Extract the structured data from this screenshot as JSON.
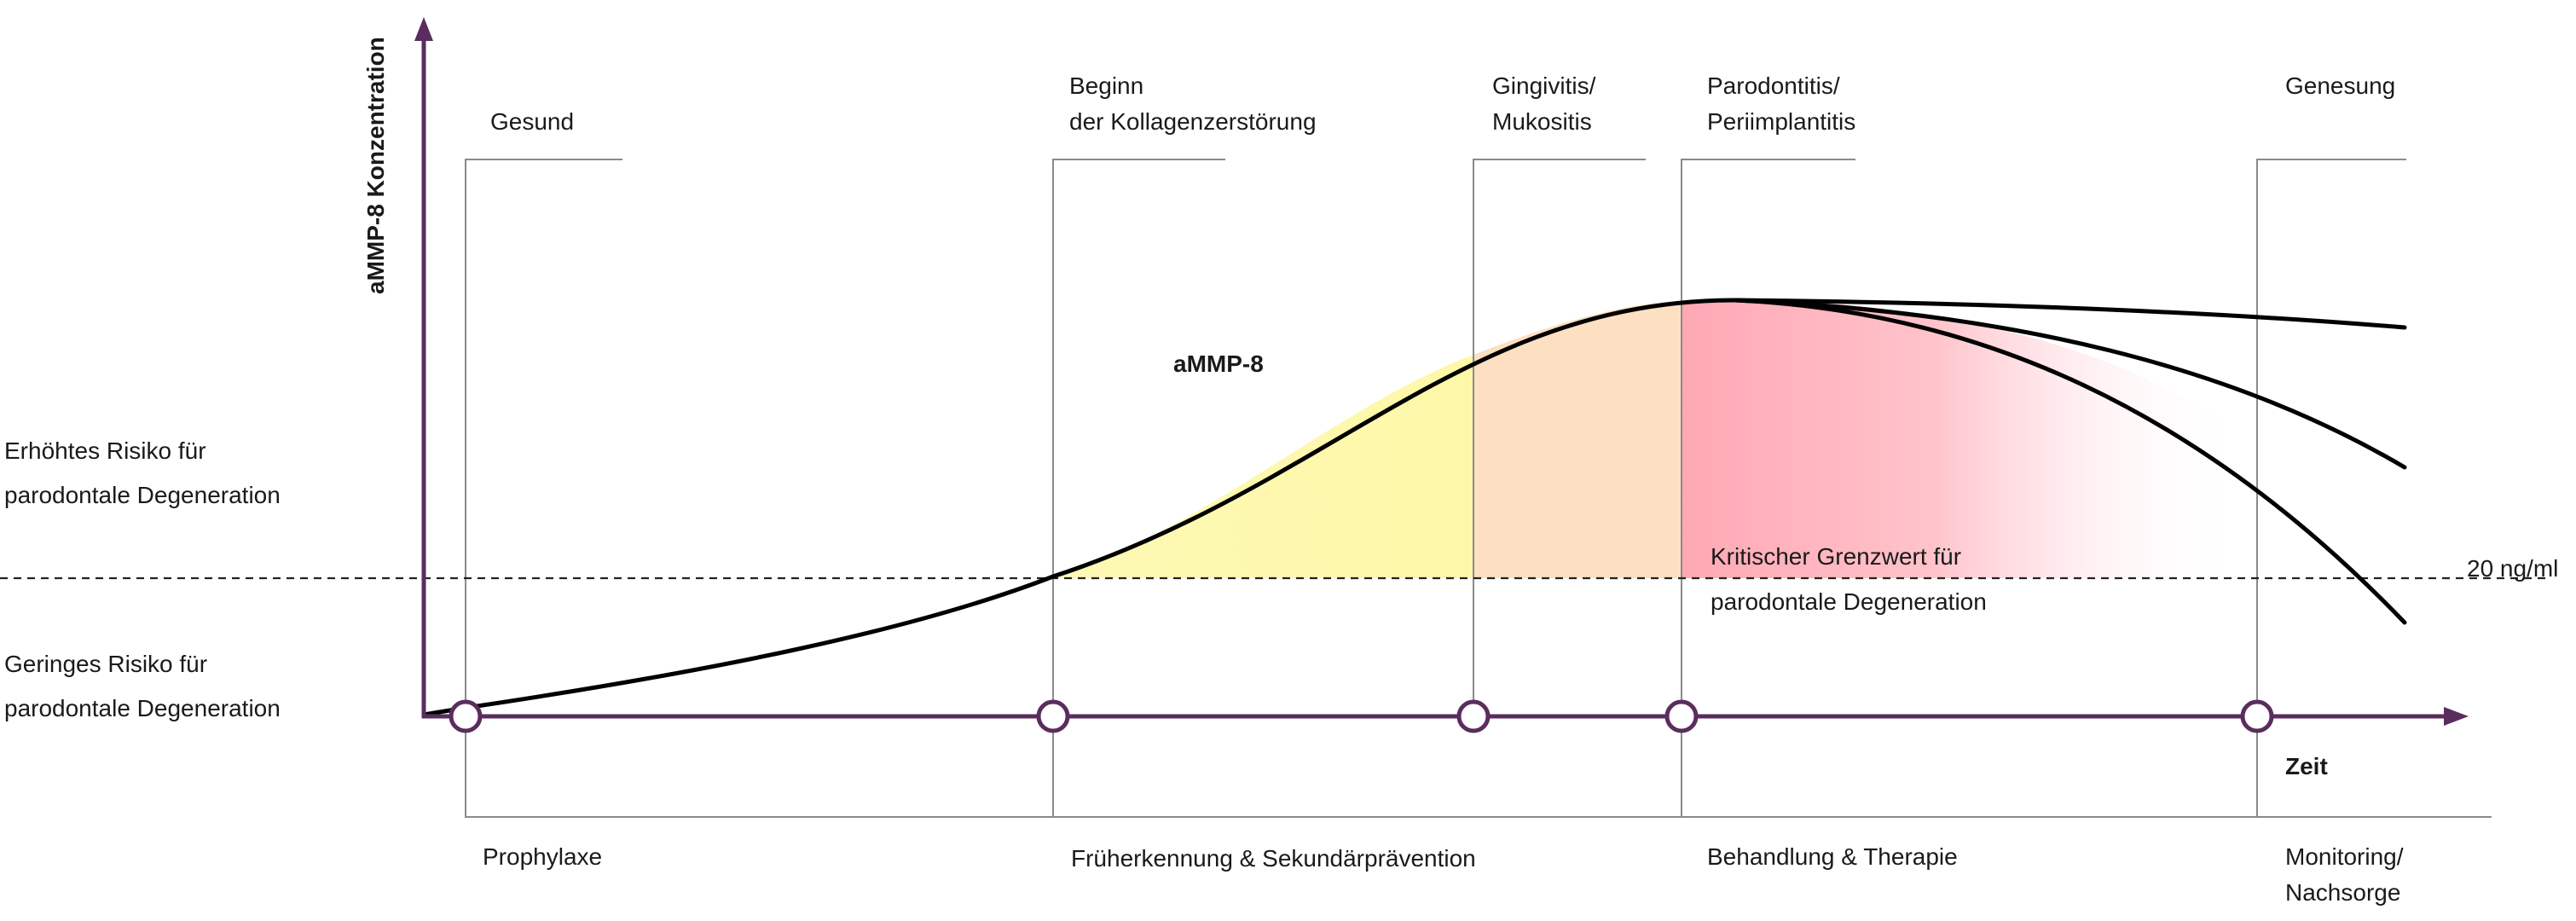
{
  "y_axis_label": "aMMP-8 Konzentration",
  "x_axis_label": "Zeit",
  "curve_label": "aMMP-8",
  "threshold": {
    "value_label": "20 ng/ml",
    "line1": "Kritischer Grenzwert für",
    "line2": "parodontale Degeneration"
  },
  "risk_high": {
    "line1": "Erhöhtes Risiko für",
    "line2": "parodontale Degeneration"
  },
  "risk_low": {
    "line1": "Geringes Risiko für",
    "line2": "parodontale Degeneration"
  },
  "stages": [
    {
      "line1": "Gesund",
      "line2": ""
    },
    {
      "line1": "Beginn",
      "line2": "der Kollagenzerstörung"
    },
    {
      "line1": "Gingivitis/",
      "line2": "Mukositis"
    },
    {
      "line1": "Parodontitis/",
      "line2": "Periimplantitis"
    },
    {
      "line1": "Genesung",
      "line2": ""
    }
  ],
  "phases": [
    {
      "line1": "Prophylaxe",
      "line2": ""
    },
    {
      "line1": "Früherkennung & Sekundärprävention",
      "line2": ""
    },
    {
      "line1": "Behandlung & Therapie",
      "line2": ""
    },
    {
      "line1": "Monitoring/",
      "line2": "Nachsorge"
    }
  ],
  "colors": {
    "axis": "#5a2d5e",
    "curve": "#000000",
    "guide": "#8a8a8a",
    "fill_early": "#fdf8b0",
    "fill_gingivitis": "#fde0c2",
    "fill_periodontitis": "#ffb3bd"
  }
}
